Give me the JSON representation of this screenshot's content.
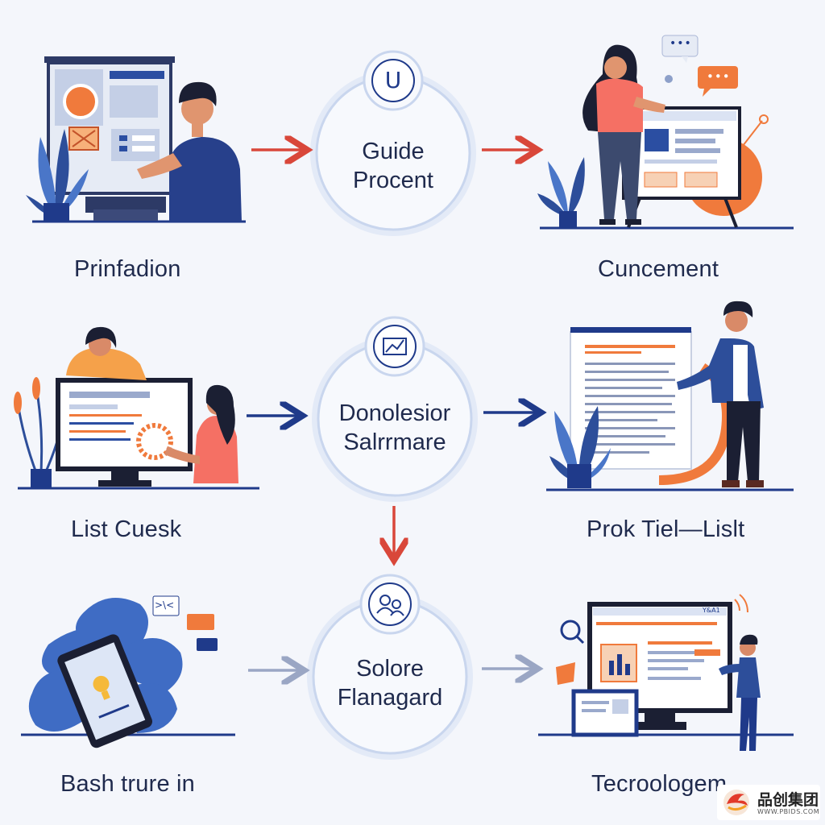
{
  "colors": {
    "background": "#f4f6fb",
    "navy": "#1f3a8a",
    "text": "#1f2a4d",
    "accent_orange": "#f07a3c",
    "accent_red": "#d9473a",
    "ring": "#c9d6ee",
    "node_fill": "#eef2fa"
  },
  "nodes": [
    {
      "icon": "u-letter-icon",
      "icon_text": "U",
      "line1": "Guide",
      "line2": "Procent"
    },
    {
      "icon": "trend-chart-icon",
      "line1": "Donolesior",
      "line2": "Salrrmare"
    },
    {
      "icon": "users-icon",
      "line1": "Solore",
      "line2": "Flanagard"
    }
  ],
  "captions": {
    "left_top": "Prinfadion",
    "right_top": "Cuncement",
    "left_mid": "List Cuesk",
    "right_mid": "Prok Tiel—Lislt",
    "left_bottom": "Bash trure in",
    "right_bottom": "Tecroologem"
  },
  "scene_text": {
    "code_tag": ">\\<",
    "screen_badge": "Y&A1",
    "chat_dots": "•••"
  },
  "watermark": {
    "name": "品创集团",
    "url": "WWW.PBIDS.COM"
  }
}
